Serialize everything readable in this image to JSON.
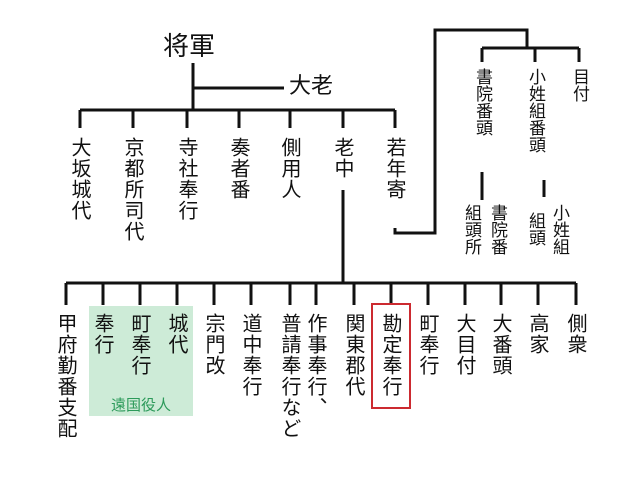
{
  "title": "将軍",
  "tairo": "大老",
  "rank2": [
    {
      "id": "osaka-jodai",
      "label": "大坂城代"
    },
    {
      "id": "kyoto-shoshidai",
      "label": "京都所司代"
    },
    {
      "id": "jisha-bugyo",
      "label": "寺社奉行"
    },
    {
      "id": "sojaban",
      "label": "奏者番"
    },
    {
      "id": "sobayonin",
      "label": "側用人"
    },
    {
      "id": "roju",
      "label": "老中"
    },
    {
      "id": "wakadoshiyori",
      "label": "若年寄"
    }
  ],
  "wakadoshiyori_sub": [
    {
      "id": "shoinban-gashira",
      "label": "書院番頭"
    },
    {
      "id": "koshogumi-bangashira",
      "label": "小姓組番頭"
    },
    {
      "id": "metsuke",
      "label": "目付"
    }
  ],
  "wakadoshiyori_sub2": [
    {
      "id": "kumigashira-sho",
      "label": "組頭所"
    },
    {
      "id": "shoinban",
      "label": "書院番"
    },
    {
      "id": "kumigashira",
      "label": "組頭"
    },
    {
      "id": "koshogumi",
      "label": "小姓組"
    }
  ],
  "roju_sub": [
    {
      "id": "kofu-kinban-shihai",
      "label": "甲府勤番支配"
    },
    {
      "id": "bugyo",
      "label": "奉行"
    },
    {
      "id": "machi-bugyo-1",
      "label": "町奉行"
    },
    {
      "id": "jodai",
      "label": "城代"
    },
    {
      "id": "shumon-aratame",
      "label": "宗門改"
    },
    {
      "id": "dochu-bugyo",
      "label": "道中奉行"
    },
    {
      "id": "fushin-bugyo",
      "label": "普請奉行など"
    },
    {
      "id": "sakuji-bugyo",
      "label": "作事奉行、"
    },
    {
      "id": "kanto-gundai",
      "label": "関東郡代"
    },
    {
      "id": "kanjo-bugyo",
      "label": "勘定奉行"
    },
    {
      "id": "machi-bugyo-2",
      "label": "町奉行"
    },
    {
      "id": "ometsuke",
      "label": "大目付"
    },
    {
      "id": "oban-gashira",
      "label": "大番頭"
    },
    {
      "id": "koke",
      "label": "高家"
    },
    {
      "id": "sobashu",
      "label": "側衆"
    }
  ],
  "enkoku_yakunin": "遠国役人",
  "colors": {
    "line": "#111111",
    "enkoku_bg": "#cdebd7",
    "enkoku_text": "#2c9a5a",
    "highlight": "#cc2a30"
  }
}
